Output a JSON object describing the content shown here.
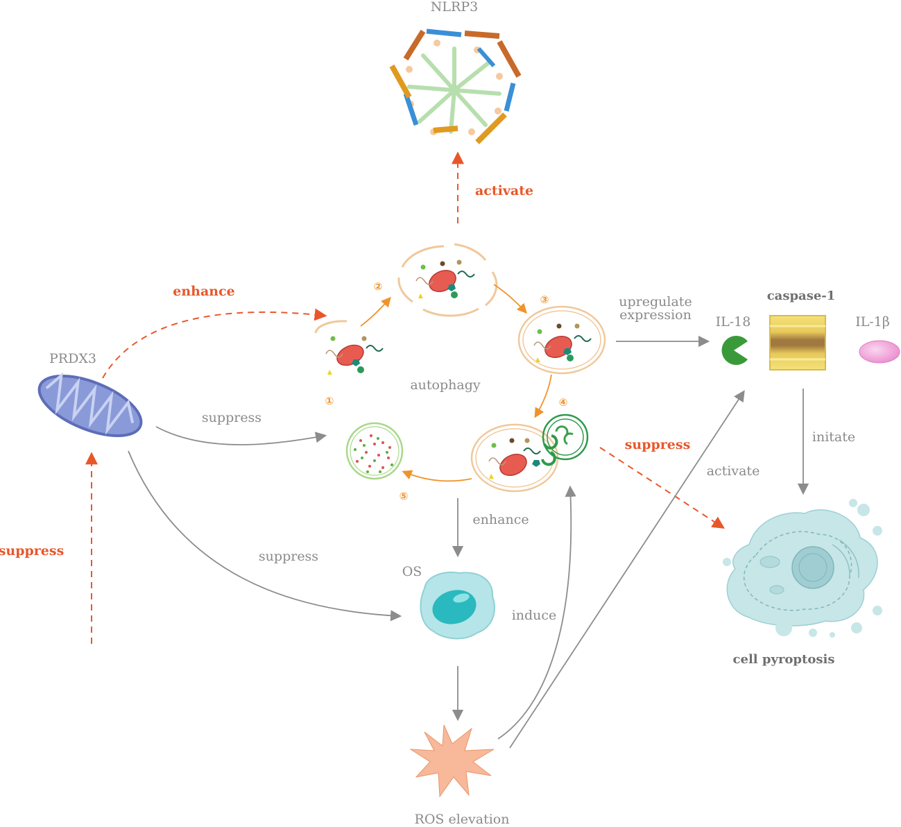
{
  "colors": {
    "gray_arrow": "#8c8c8c",
    "red_arrow": "#e8572a",
    "orange_arrow": "#f0932b",
    "mitochondrion": "#7f8fd0",
    "il18": "#3a9a3a",
    "il1b": "#f0a0d8",
    "caspase": "#e9d06a",
    "os_cell": "#8fd8dc",
    "ros": "#f8b89a",
    "pyroptosis": "#c7e6e8"
  },
  "nodes": {
    "nlrp3": "NLRP3",
    "prdx3": "PRDX3",
    "autophagy": "autophagy",
    "il18": "IL-18",
    "caspase1": "caspase-1",
    "il1b": "IL-1β",
    "os": "OS",
    "ros": "ROS elevation",
    "pyroptosis": "cell pyroptosis"
  },
  "steps": [
    "①",
    "②",
    "③",
    "④",
    "⑤"
  ],
  "edges": {
    "activate_nlrp3": "activate",
    "enhance_autophagy": "enhance",
    "suppress_lysosome": "suppress",
    "suppress_os": "suppress",
    "suppress_prdx3": "suppress",
    "upregulate_line1": "upregulate",
    "upregulate_line2": "expression",
    "suppress_pyroptosis": "suppress",
    "activate_il18": "activate",
    "initiate": "initate",
    "enhance_os": "enhance",
    "induce": "induce"
  }
}
